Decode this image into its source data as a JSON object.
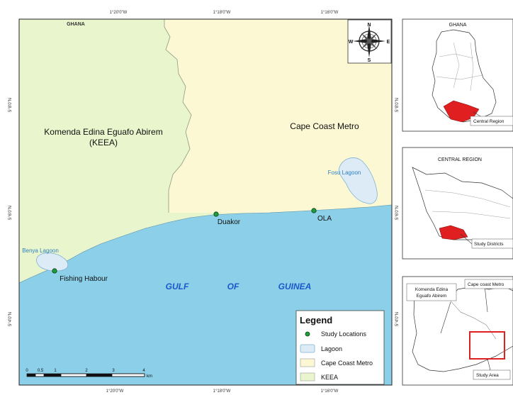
{
  "main_map": {
    "top_labels": [
      "1°20'0\"W",
      "1°18'0\"W",
      "1°16'0\"W"
    ],
    "bottom_labels": [
      "1°20'0\"W",
      "1°18'0\"W",
      "1°16'0\"W"
    ],
    "left_labels": [
      "5°8'0\"N",
      "5°6'0\"N",
      "5°4'0\"N"
    ],
    "right_labels": [
      "5°8'0\"N",
      "5°6'0\"N",
      "5°4'0\"N"
    ],
    "country_label": "GHANA",
    "keea_name": "Komenda Edina Eguafo Abirem",
    "keea_abbr": "(KEEA)",
    "ccm_name": "Cape Coast Metro",
    "fosu_label": "Fosu Lagoon",
    "benya_label": "Benya Lagoon",
    "sea_words": [
      "GULF",
      "OF",
      "GUINEA"
    ],
    "locations": [
      "Duakor",
      "OLA",
      "Fishing Habour"
    ]
  },
  "compass": {
    "n": "N",
    "s": "S",
    "e": "E",
    "w": "W"
  },
  "legend": {
    "title": "Legend",
    "items": [
      "Study Locations",
      "Lagoon",
      "Cape Coast Metro",
      "KEEA"
    ]
  },
  "scale_bar": {
    "ticks": [
      "0",
      "0.5",
      "1",
      "2",
      "3",
      "4"
    ],
    "unit": "km"
  },
  "inset_ghana": {
    "title": "GHANA",
    "callout": "Central Region"
  },
  "inset_central": {
    "title": "CENTRAL REGION",
    "callout": "Study Districts"
  },
  "inset_study": {
    "keea": [
      "Komenda Edina",
      "Eguafo Abirem"
    ],
    "ccm": "Cape coast Metro",
    "area": "Study Area"
  },
  "colors": {
    "keea": "#e9f5cc",
    "ccm": "#fbf8d3",
    "sea": "#8ccfe9",
    "lagoon": "#dcebf6",
    "lagoon_outline": "#7fb2d3",
    "point": "#1e9e3a",
    "sea_text": "#1c58c9",
    "lagoon_text": "#2f7fc1",
    "red": "#e02020"
  }
}
